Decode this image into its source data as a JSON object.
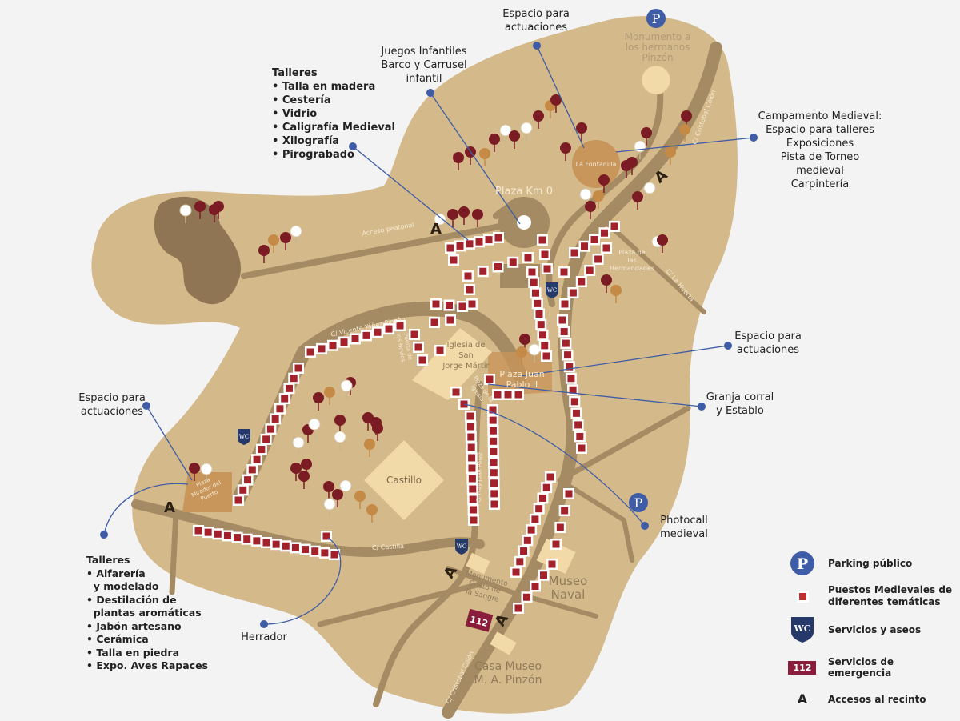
{
  "colors": {
    "land": "#d4b98a",
    "road": "#a48b63",
    "pond": "#8f7553",
    "stall": "#a3212a",
    "accent": "#3f5da6",
    "emergency": "#8b1d3c",
    "plaza": "#c8955a",
    "building": "#f2d9a8"
  },
  "callouts": {
    "espacio_top": "Espacio para\nactuaciones",
    "juegos": "Juegos Infantiles\nBarco y Carrusel\ninfantil",
    "talleres_top": {
      "title": "Talleres",
      "items": [
        "• Talla en madera",
        "• Cestería",
        "• Vidrio",
        "• Caligrafía Medieval",
        "• Xilografía",
        "• Pirograbado"
      ]
    },
    "campamento": {
      "title": "Campamento Medieval:",
      "items": [
        "Espacio para talleres",
        "Exposiciones",
        "Pista de Torneo medieval",
        "Carpintería"
      ]
    },
    "espacio_right": "Espacio para\nactuaciones",
    "granja": "Granja corral\ny Establo",
    "photocall": "Photocall\nmedieval",
    "herrador": "Herrador",
    "espacio_left": "Espacio para\nactuaciones",
    "talleres_bottom": {
      "title": "Talleres",
      "items": [
        "• Alfarería",
        "  y modelado",
        "• Destilación de",
        "  plantas aromáticas",
        "• Jabón artesano",
        "• Cerámica",
        "• Talla en piedra",
        "• Expo. Aves Rapaces"
      ]
    }
  },
  "map_labels": {
    "monumento_pinzon": "Monumento a\nlos hermanos\nPinzón",
    "la_fontanilla": "La Fontanilla",
    "plaza_km0": "Plaza Km 0",
    "acceso_peatonal": "Acceso peatonal",
    "plaza_hermandades": "Plaza de\nlas\nHermandades",
    "c_cristobal_colon": "C/ Cristobal Colón",
    "c_la_huerta": "C/ La Huerta",
    "c_vicente": "C/ Vicente Yáñez Pinzón",
    "puerta_novios": "Puerta de\nlos Novios",
    "iglesia": "Iglesia de\nSan\nJorge Mártir",
    "plaza_juan_pablo": "Plaza Juan\nPablo II",
    "plaza_iglesia": "Plaza de la\nIglesia",
    "castillo": "Castillo",
    "c_fray_juan": "C/ Fray Juan Pérez",
    "plaza_mirador": "Plaza\nMirador del\nPuerto",
    "c_castilla": "C/ Castilla",
    "monumento_cristo": "Monumento\nCristo de\nla Sangre",
    "museo_naval": "Museo\nNaval",
    "casa_museo": "Casa Museo\nM. A. Pinzón",
    "c_cristobal_colon_2": "C/ Cristobal Colón",
    "access": "A",
    "wc": "WC",
    "parking": "P",
    "emergency": "112"
  },
  "legend": [
    {
      "icon": "parking-icon",
      "symbol": "P",
      "label": "Parking público"
    },
    {
      "icon": "stall-icon",
      "symbol": "",
      "label": "Puestos Medievales de\ndiferentes temáticas"
    },
    {
      "icon": "wc-icon",
      "symbol": "WC",
      "label": "Servicios  y aseos"
    },
    {
      "icon": "emergency-icon",
      "symbol": "112",
      "label": "Servicios  de emergencia"
    },
    {
      "icon": "access-icon",
      "symbol": "A",
      "label": "Accesos al recinto"
    }
  ]
}
